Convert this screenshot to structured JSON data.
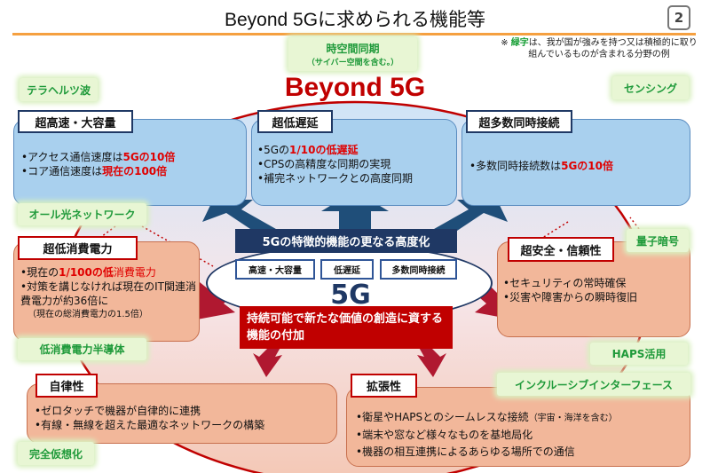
{
  "title": "Beyond 5Gに求められる機能等",
  "page_number": "2",
  "note": {
    "mark": "※",
    "green_word": "緑字",
    "rest": "は、我が国が強みを持つ又は積極的に取り組んでいるものが含まれる分野の例"
  },
  "heading": "Beyond 5G",
  "green_labels": {
    "jikukan": "時空間同期",
    "jikukan_sub": "（サイバー空間を含む。）",
    "terahertz": "テラヘルツ波",
    "sensing": "センシング",
    "all_optical": "オール光ネットワーク",
    "quantum": "量子暗号",
    "low_power_semi": "低消費電力半導体",
    "haps": "HAPS活用",
    "inclusive": "インクルーシブインターフェース",
    "virtualization": "完全仮想化"
  },
  "boxes": {
    "high_speed": {
      "title": "超高速・大容量",
      "items": [
        [
          "アクセス通信速度は",
          "5Gの10倍"
        ],
        [
          "コア通信速度は",
          "現在の100倍"
        ]
      ]
    },
    "low_latency": {
      "title": "超低遅延",
      "items": [
        [
          "5Gの",
          "1/10の低遅延"
        ],
        [
          "CPSの高精度な同期の実現",
          ""
        ],
        [
          "補完ネットワークとの高度同期",
          ""
        ]
      ]
    },
    "massive": {
      "title": "超多数同時接続",
      "items": [
        [
          "多数同時接続数は",
          "5Gの10倍"
        ]
      ]
    },
    "low_power": {
      "title": "超低消費電力",
      "items": [
        "現在の",
        "1/100の低",
        "消費電力",
        "対策を講じなければ現在のIT関連消費電力が約36倍に",
        "（現在の総消費電力の1.5倍）"
      ]
    },
    "security": {
      "title": "超安全・信頼性",
      "items": [
        "セキュリティの常時確保",
        "災害や障害からの瞬時復旧"
      ]
    },
    "autonomy": {
      "title": "自律性",
      "items": [
        "ゼロタッチで機器が自律的に連携",
        "有線・無線を超えた最適なネットワークの構築"
      ]
    },
    "extension": {
      "title": "拡張性",
      "items": [
        "衛星やHAPSとのシームレスな接続",
        "（宇宙・海洋を含む）",
        "端末や窓など様々なものを基地局化",
        "機器の相互連携によるあらゆる場所での通信"
      ]
    }
  },
  "center": {
    "banner_top": "5Gの特徴的機能の更なる高度化",
    "mini": [
      "高速・大容量",
      "低遅延",
      "多数同時接続"
    ],
    "label": "5G",
    "banner_bottom": "持続可能で新たな価値の創造に資する機能の付加"
  },
  "colors": {
    "accent_red": "#c00000",
    "navy": "#1f3864",
    "green": "#1f9a3a",
    "orange_rule": "#f5a040"
  }
}
